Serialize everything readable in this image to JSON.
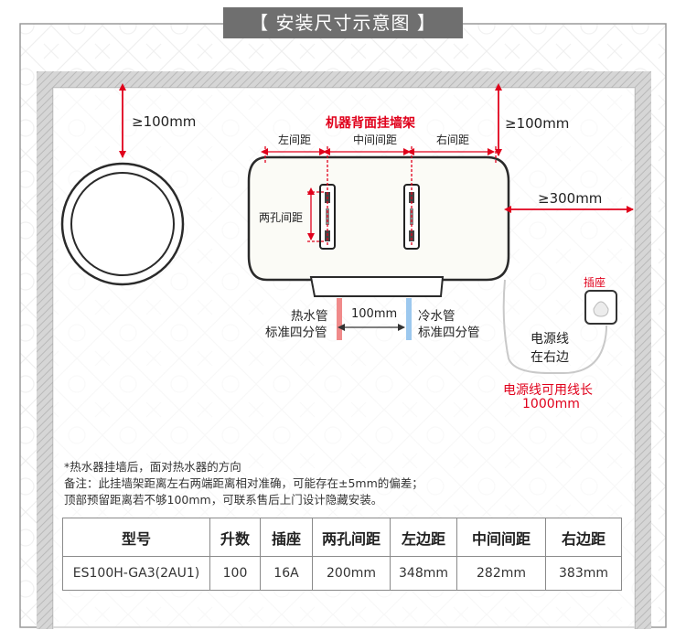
{
  "title": "【 安装尺寸示意图 】",
  "colors": {
    "accent_red": "#e0001b",
    "hot_pipe": "#f08a8a",
    "cold_pipe": "#9cc8ee",
    "wall": "#cfcfcf"
  },
  "labels": {
    "top_left_gap": "≥100mm",
    "top_right_gap": "≥100mm",
    "right_gap": "≥300mm",
    "bracket_title": "机器背面挂墙架",
    "left_spacing": "左间距",
    "middle_spacing": "中间间距",
    "right_spacing": "右间距",
    "hole_spacing": "两孔间距",
    "pipe_gap": "100mm",
    "hot_pipe_line1": "热水管",
    "hot_pipe_line2": "标准四分管",
    "cold_pipe_line1": "冷水管",
    "cold_pipe_line2": "标准四分管",
    "socket": "插座",
    "cord_side_line1": "电源线",
    "cord_side_line2": "在右边",
    "cord_length_line1": "电源线可用线长",
    "cord_length_line2": "1000mm"
  },
  "notes": [
    "*热水器挂墙后，面对热水器的方向",
    "备注：此挂墙架距离左右两端距离相对准确，可能存在±5mm的偏差；",
    "顶部预留距离若不够100mm，可联系售后上门设计隐藏安装。"
  ],
  "table": {
    "headers": [
      "型号",
      "升数",
      "插座",
      "两孔间距",
      "左边距",
      "中间间距",
      "右边距"
    ],
    "row": [
      "ES100H-GA3(2AU1)",
      "100",
      "16A",
      "200mm",
      "348mm",
      "282mm",
      "383mm"
    ]
  }
}
